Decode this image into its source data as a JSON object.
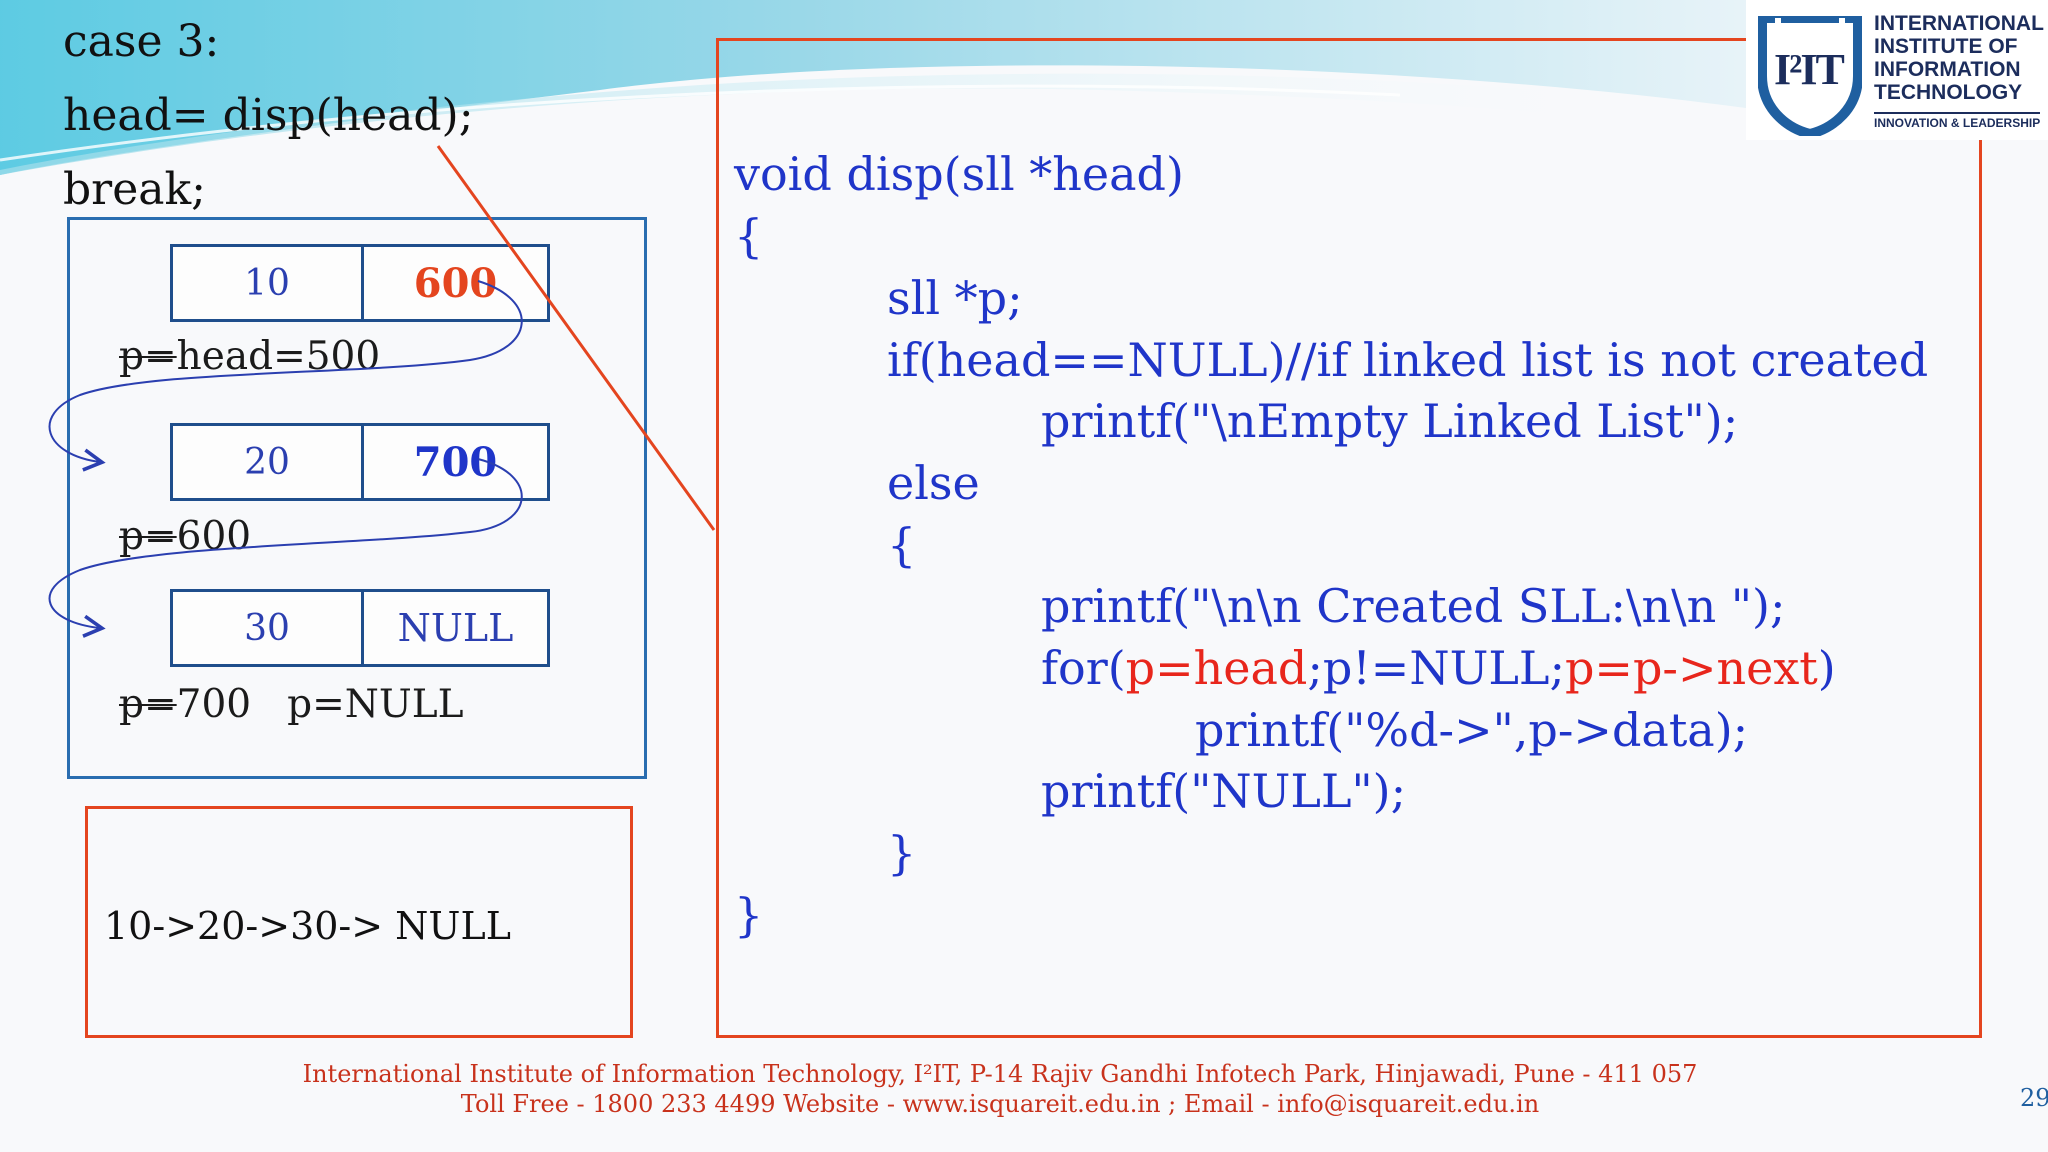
{
  "case_block": {
    "line1": "case 3:",
    "line2": "head= disp(head);",
    "line3": "break;"
  },
  "linked_list": {
    "nodes": [
      {
        "data": "10",
        "next": "600"
      },
      {
        "data": "20",
        "next": "700"
      },
      {
        "data": "30",
        "next": "NULL"
      }
    ],
    "pointer_labels": {
      "label1_struck": "p=",
      "label1_rest": "head=500",
      "label2_struck": "p=",
      "label2_rest": "600",
      "label3_struck": "p=",
      "label3_rest": "700",
      "label3_extra": "p=NULL"
    }
  },
  "output": {
    "text": "10->20->30-> NULL"
  },
  "code": {
    "line1": "void disp(sll *head)",
    "line2": "{",
    "line3": "sll *p;",
    "line4": "if(head==NULL)//if linked list is not created",
    "line5": "printf(\"\\nEmpty Linked List\");",
    "line6": "else",
    "line7": "{",
    "line8": "printf(\"\\n\\n Created SLL:\\n\\n \");",
    "line9_a": "for(",
    "line9_b": "p=head",
    "line9_c": ";p!=NULL;",
    "line9_d": "p=p->next",
    "line9_e": ")",
    "line10": "printf(\"%d->\",p->data);",
    "line11": "printf(\"NULL\");",
    "line12": "}",
    "line13": "}"
  },
  "logo": {
    "mark_text": "I²IT",
    "line1": "INTERNATIONAL",
    "line2": "INSTITUTE OF",
    "line3": "INFORMATION",
    "line4": "TECHNOLOGY",
    "tagline": "INNOVATION & LEADERSHIP"
  },
  "footer": {
    "line1": "International Institute of Information Technology, I²IT, P-14 Rajiv Gandhi Infotech Park, Hinjawadi, Pune - 411 057",
    "line2": "Toll Free - 1800 233 4499 Website - www.isquareit.edu.in ; Email - info@isquareit.edu.in",
    "page_number": "29"
  },
  "colors": {
    "code_blue": "#1f35c9",
    "accent_red": "#e4451f",
    "panel_blue": "#2a6db0"
  }
}
